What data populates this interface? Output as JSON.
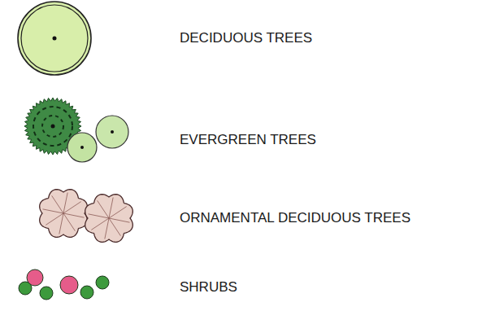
{
  "diagram": {
    "legend": [
      {
        "text": "DECIDUOUS TREES"
      },
      {
        "text": "EVERGREEN TREES"
      },
      {
        "text": "ORNAMENTAL DECIDUOUS TREES"
      },
      {
        "text": "SHRUBS"
      }
    ]
  }
}
